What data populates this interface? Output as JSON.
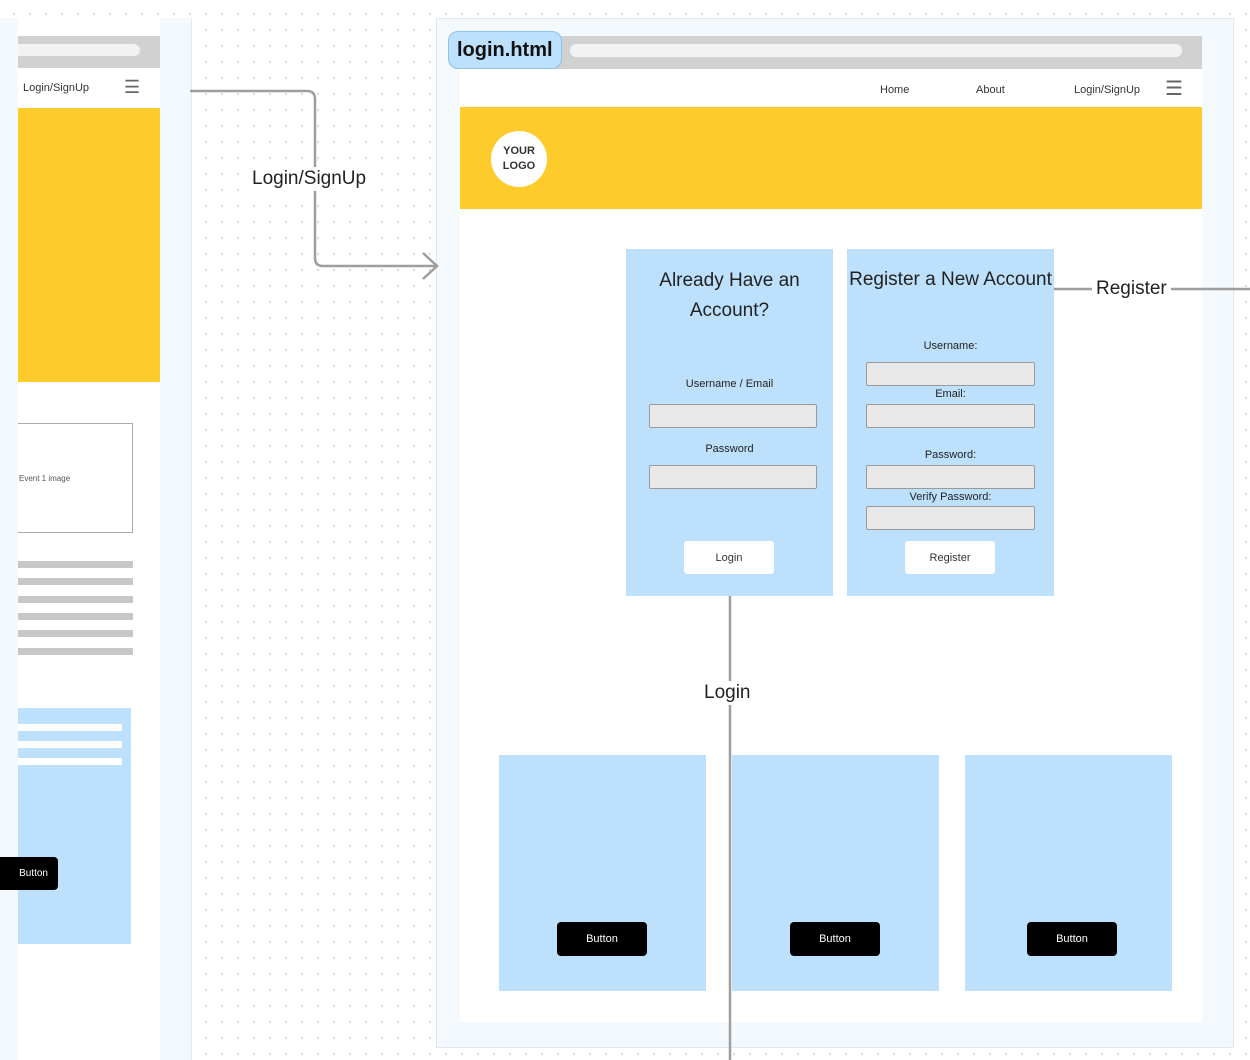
{
  "left_frame": {
    "nav_login": "Login/SignUp",
    "nav_menu_glyph": "☰",
    "image_label": "Event 1 image",
    "card_button": "Button"
  },
  "connectors": {
    "login_signup": "Login/SignUp",
    "register": "Register",
    "login": "Login"
  },
  "main_frame": {
    "title": "login.html",
    "nav": {
      "home": "Home",
      "about": "About",
      "login_signup": "Login/SignUp",
      "menu_glyph": "☰"
    },
    "logo": "YOUR LOGO",
    "login_form": {
      "heading": "Already Have an Account?",
      "username_label": "Username / Email",
      "password_label": "Password",
      "button": "Login"
    },
    "register_form": {
      "heading": "Register a New Account",
      "username_label": "Username:",
      "email_label": "Email:",
      "password_label": "Password:",
      "verify_label": "Verify Password:",
      "button": "Register"
    },
    "bottom_cards": [
      {
        "button": "Button"
      },
      {
        "button": "Button"
      },
      {
        "button": "Button"
      }
    ]
  },
  "colors": {
    "hero_yellow": "#fdcb2b",
    "card_blue": "#bde0fc",
    "frame_bg": "#f4f9fe",
    "connector_gray": "#9e9e9e"
  },
  "icons": [
    "hamburger-menu-icon",
    "arrow-right-icon"
  ]
}
